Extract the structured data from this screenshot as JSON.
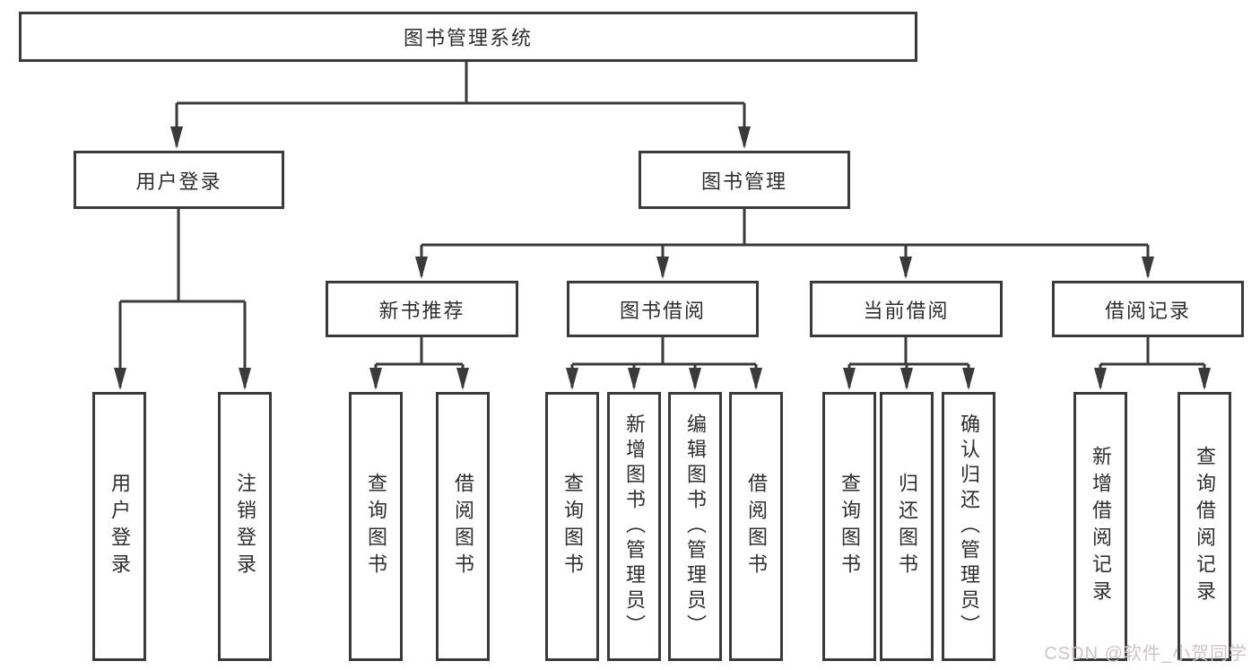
{
  "root": {
    "label": "图书管理系统"
  },
  "level2": [
    {
      "label": "用户登录"
    },
    {
      "label": "图书管理"
    }
  ],
  "level3": [
    {
      "label": "新书推荐"
    },
    {
      "label": "图书借阅"
    },
    {
      "label": "当前借阅"
    },
    {
      "label": "借阅记录"
    }
  ],
  "leaves": [
    {
      "label": "用户登录"
    },
    {
      "label": "注销登录"
    },
    {
      "label": "查询图书"
    },
    {
      "label": "借阅图书"
    },
    {
      "label": "查询图书"
    },
    {
      "label": "新增图书（管理员）"
    },
    {
      "label": "编辑图书（管理员）"
    },
    {
      "label": "借阅图书"
    },
    {
      "label": "查询图书"
    },
    {
      "label": "归还图书"
    },
    {
      "label": "确认归还（管理员）"
    },
    {
      "label": "新增借阅记录"
    },
    {
      "label": "查询借阅记录"
    }
  ],
  "watermark": {
    "text": "CSDN @软件_小贺同学"
  },
  "colors": {
    "line": "#3a3a3a",
    "text": "#2e2e2e",
    "watermark": "#cbc5c5",
    "background": "#ffffff"
  }
}
